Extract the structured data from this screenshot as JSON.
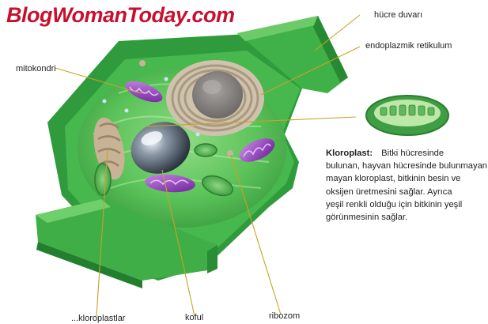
{
  "site_title": "BlogWomanToday.com",
  "labels": {
    "cell_wall": "hücre duvarı",
    "er": "endoplazmik retikulum",
    "mitochondria": "mitokondri",
    "vacuole": "koful",
    "ribosome": "ribozom",
    "bottom_left": "...kloroplastlar"
  },
  "description": {
    "term": "Kloroplast:",
    "lines": [
      "Bitki hücresinde",
      "bulunan, hayvan hücresinde bulunmayan",
      "mayan kloroplast, bitkinin besin ve",
      "oksijen üretmesini sağlar. Ayrıca",
      "yeşil renkli olduğu için bitkinin yeşil",
      "görünmesinin sağlar."
    ]
  },
  "colors": {
    "title": "#c8102e",
    "cell_green": "#3bb34a",
    "cell_dark": "#23822f",
    "cell_light": "#7ed67a",
    "purple": "#9b3fc4",
    "nucleus": "#8a8582",
    "leader": "#c9a227"
  }
}
